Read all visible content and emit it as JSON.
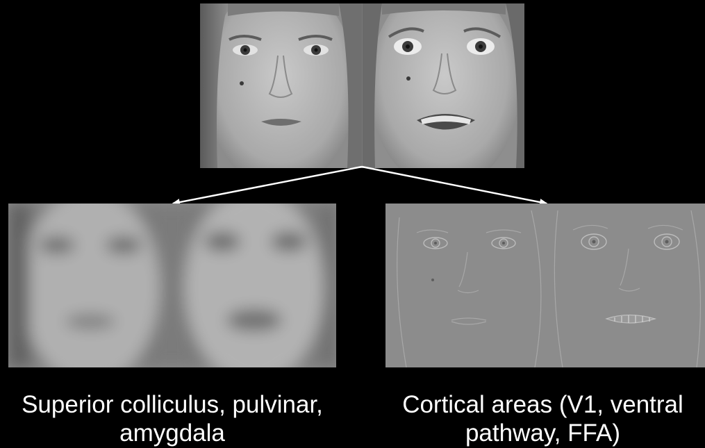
{
  "captions": {
    "subcortical": {
      "line1": "Superior colliculus, pulvinar,",
      "line2": "amygdala"
    },
    "cortical": {
      "line1": "Cortical areas (V1, ventral",
      "line2": "pathway, FFA)"
    }
  },
  "colors": {
    "background": "#000000",
    "text": "#ffffff",
    "arrow": "#ffffff"
  },
  "images": {
    "original": "neutral-and-fearful-face-photo",
    "low_spatial_frequency": "blurred-neutral-and-fearful-face",
    "high_spatial_frequency": "edge-filtered-neutral-and-fearful-face"
  }
}
